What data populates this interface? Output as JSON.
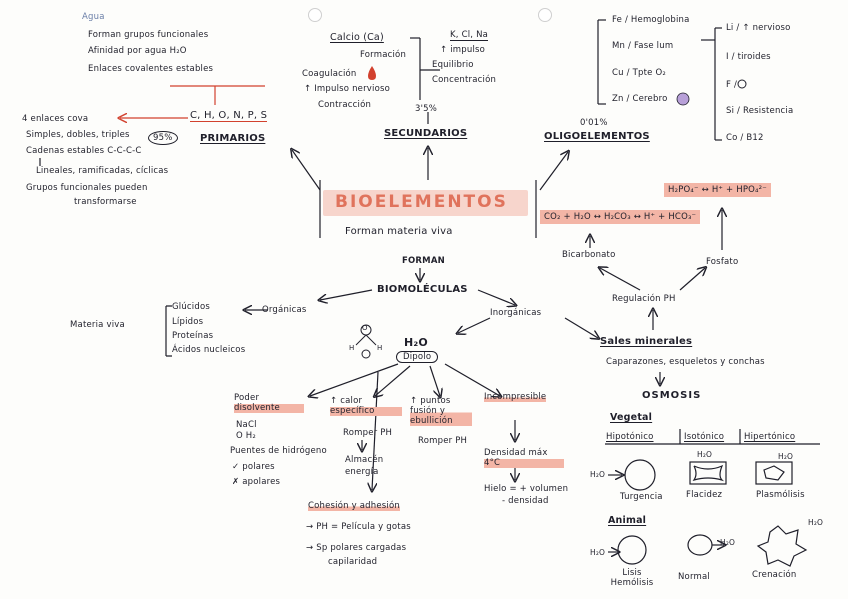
{
  "bio": {
    "title": "BIOELEMENTOS",
    "subtitle": "Forman materia viva",
    "forman": "FORMAN",
    "biomoleculas": "BIOMOLÉCULAS"
  },
  "primarios": {
    "title": "PRIMARIOS",
    "percent": "95%",
    "elements": "C, H, O, N, P, S",
    "top_header": "Agua",
    "top": [
      "Forman grupos funcionales",
      "Afinidad por agua H₂O",
      "Enlaces covalentes estables"
    ],
    "left": [
      "4 enlaces cova",
      "Simples, dobles, triples",
      "Cadenas estables C-C-C-C",
      "Lineales, ramificadas, cíclicas",
      "Grupos funcionales pueden",
      "transformarse"
    ]
  },
  "secundarios": {
    "title": "SECUNDARIOS",
    "percent": "3'5%",
    "calcio": "Calcio (Ca)",
    "calcio_items": [
      "Formación",
      "Coagulación",
      "↑ Impulso nervioso",
      "Contracción"
    ],
    "kclna": "K, Cl, Na",
    "kclna_items": [
      "↑ impulso",
      "Equilibrio",
      "Concentración"
    ]
  },
  "oligo": {
    "title": "OLIGOELEMENTOS",
    "percent": "0'01%",
    "left": [
      "Fe / Hemoglobina",
      "Mn / Fase lum",
      "Cu / Tpte O₂",
      "Zn / Cerebro"
    ],
    "right": [
      "Li / ↑ nervioso",
      "I / tiroides",
      "F /",
      "Si / Resistencia",
      "Co / B12"
    ]
  },
  "organicas": {
    "label": "Orgánicas",
    "materia": "Materia viva",
    "items": [
      "Glúcidos",
      "Lípidos",
      "Proteínas",
      "Ácidos nucleicos"
    ]
  },
  "agua": {
    "inorganicas": "Inorgánicas",
    "h2o": "H₂O",
    "dipolo": "Dipolo",
    "mol_o": "O",
    "mol_h1": "H",
    "mol_h2": "H",
    "props": [
      {
        "title": "Poder disolvente",
        "items": [
          "NaCl",
          "O H₂",
          "Puentes de hidrógeno",
          "✓ polares",
          "✗ apolares"
        ]
      },
      {
        "title": "↑ calor específico",
        "items": [
          "Romper PH",
          "Almacén",
          "energía"
        ]
      },
      {
        "title": "↑ puntos fusión y ebullición",
        "items": [
          "Romper PH"
        ]
      },
      {
        "title": "Incompresible",
        "items": []
      }
    ],
    "densidad": "Densidad máx 4°C",
    "hielo": [
      "Hielo = + volumen",
      "- densidad"
    ],
    "cohesion": "Cohesión y adhesión",
    "cohesion_items": [
      "→ PH = Película y gotas",
      "→ Sp polares cargadas",
      "capilaridad"
    ]
  },
  "sales": {
    "title": "Sales minerales",
    "desc": "Caparazones, esqueletos y conchas",
    "regulacion": "Regulación PH",
    "bicarbonato": "Bicarbonato",
    "fosfato": "Fosfato",
    "eq_bicarbonato": "CO₂ + H₂O ↔ H₂CO₃ ↔ H⁺ + HCO₃⁻",
    "eq_fosfato": "H₂PO₄⁻ ↔ H⁺ + HPO₄²⁻",
    "osmosis": "OSMOSIS",
    "vegetal": "Vegetal",
    "tonicity": [
      "Hipotónico",
      "Isotónico",
      "Hipertónico"
    ],
    "vegetal_results": [
      "Turgencia",
      "Flacidez",
      "Plasmólisis"
    ],
    "animal": "Animal",
    "animal_results": [
      "Lisis Hemólisis",
      "Normal",
      "Crenación"
    ],
    "h2o": "H₂O"
  },
  "colors": {
    "accent": "#e0735c",
    "highlight": "#f3b5a6",
    "ink": "#1f1f2a"
  }
}
